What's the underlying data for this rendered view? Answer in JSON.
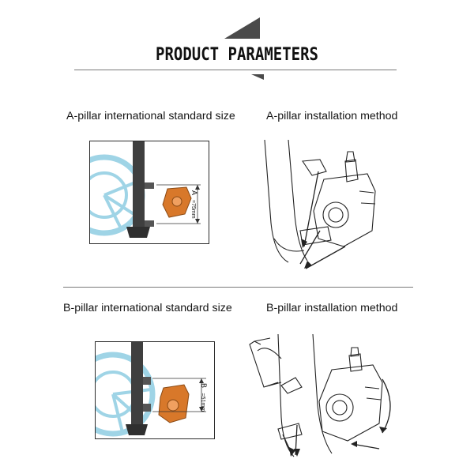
{
  "header": {
    "title": "PRODUCT  PARAMETERS"
  },
  "section_a": {
    "left_caption": "A-pillar international standard size",
    "right_caption": "A-pillar installation method",
    "dimension_letter": "A",
    "dimension_value": "=75mm"
  },
  "section_b": {
    "left_caption": "B-pillar international standard size",
    "right_caption": "B-pillar installation method",
    "dimension_letter": "B",
    "dimension_value": "=51mm"
  },
  "colors": {
    "accent": "#4a4a4a",
    "caliper_orange": "#d8782a",
    "rotor_blue": "#9fd4e6"
  }
}
